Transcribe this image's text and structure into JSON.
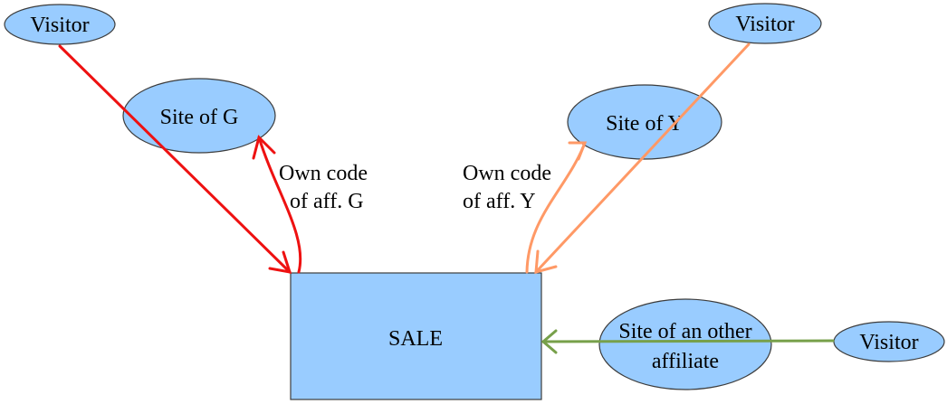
{
  "nodes": {
    "visitor_top_left": "Visitor",
    "visitor_top_right": "Visitor",
    "visitor_right": "Visitor",
    "site_g": "Site of G",
    "site_y": "Site of Y",
    "site_other": [
      "Site of an other",
      "affiliate"
    ],
    "sale": "SALE"
  },
  "labels": {
    "own_code_g": [
      "Own code",
      "of aff. G"
    ],
    "own_code_y": [
      "Own code",
      "of aff. Y"
    ]
  },
  "colors": {
    "node_fill": "#99ccff",
    "node_stroke": "#3c3c3c",
    "g_arrow": "#ee1111",
    "y_arrow": "#ff9966",
    "other_arrow": "#77a04a"
  }
}
